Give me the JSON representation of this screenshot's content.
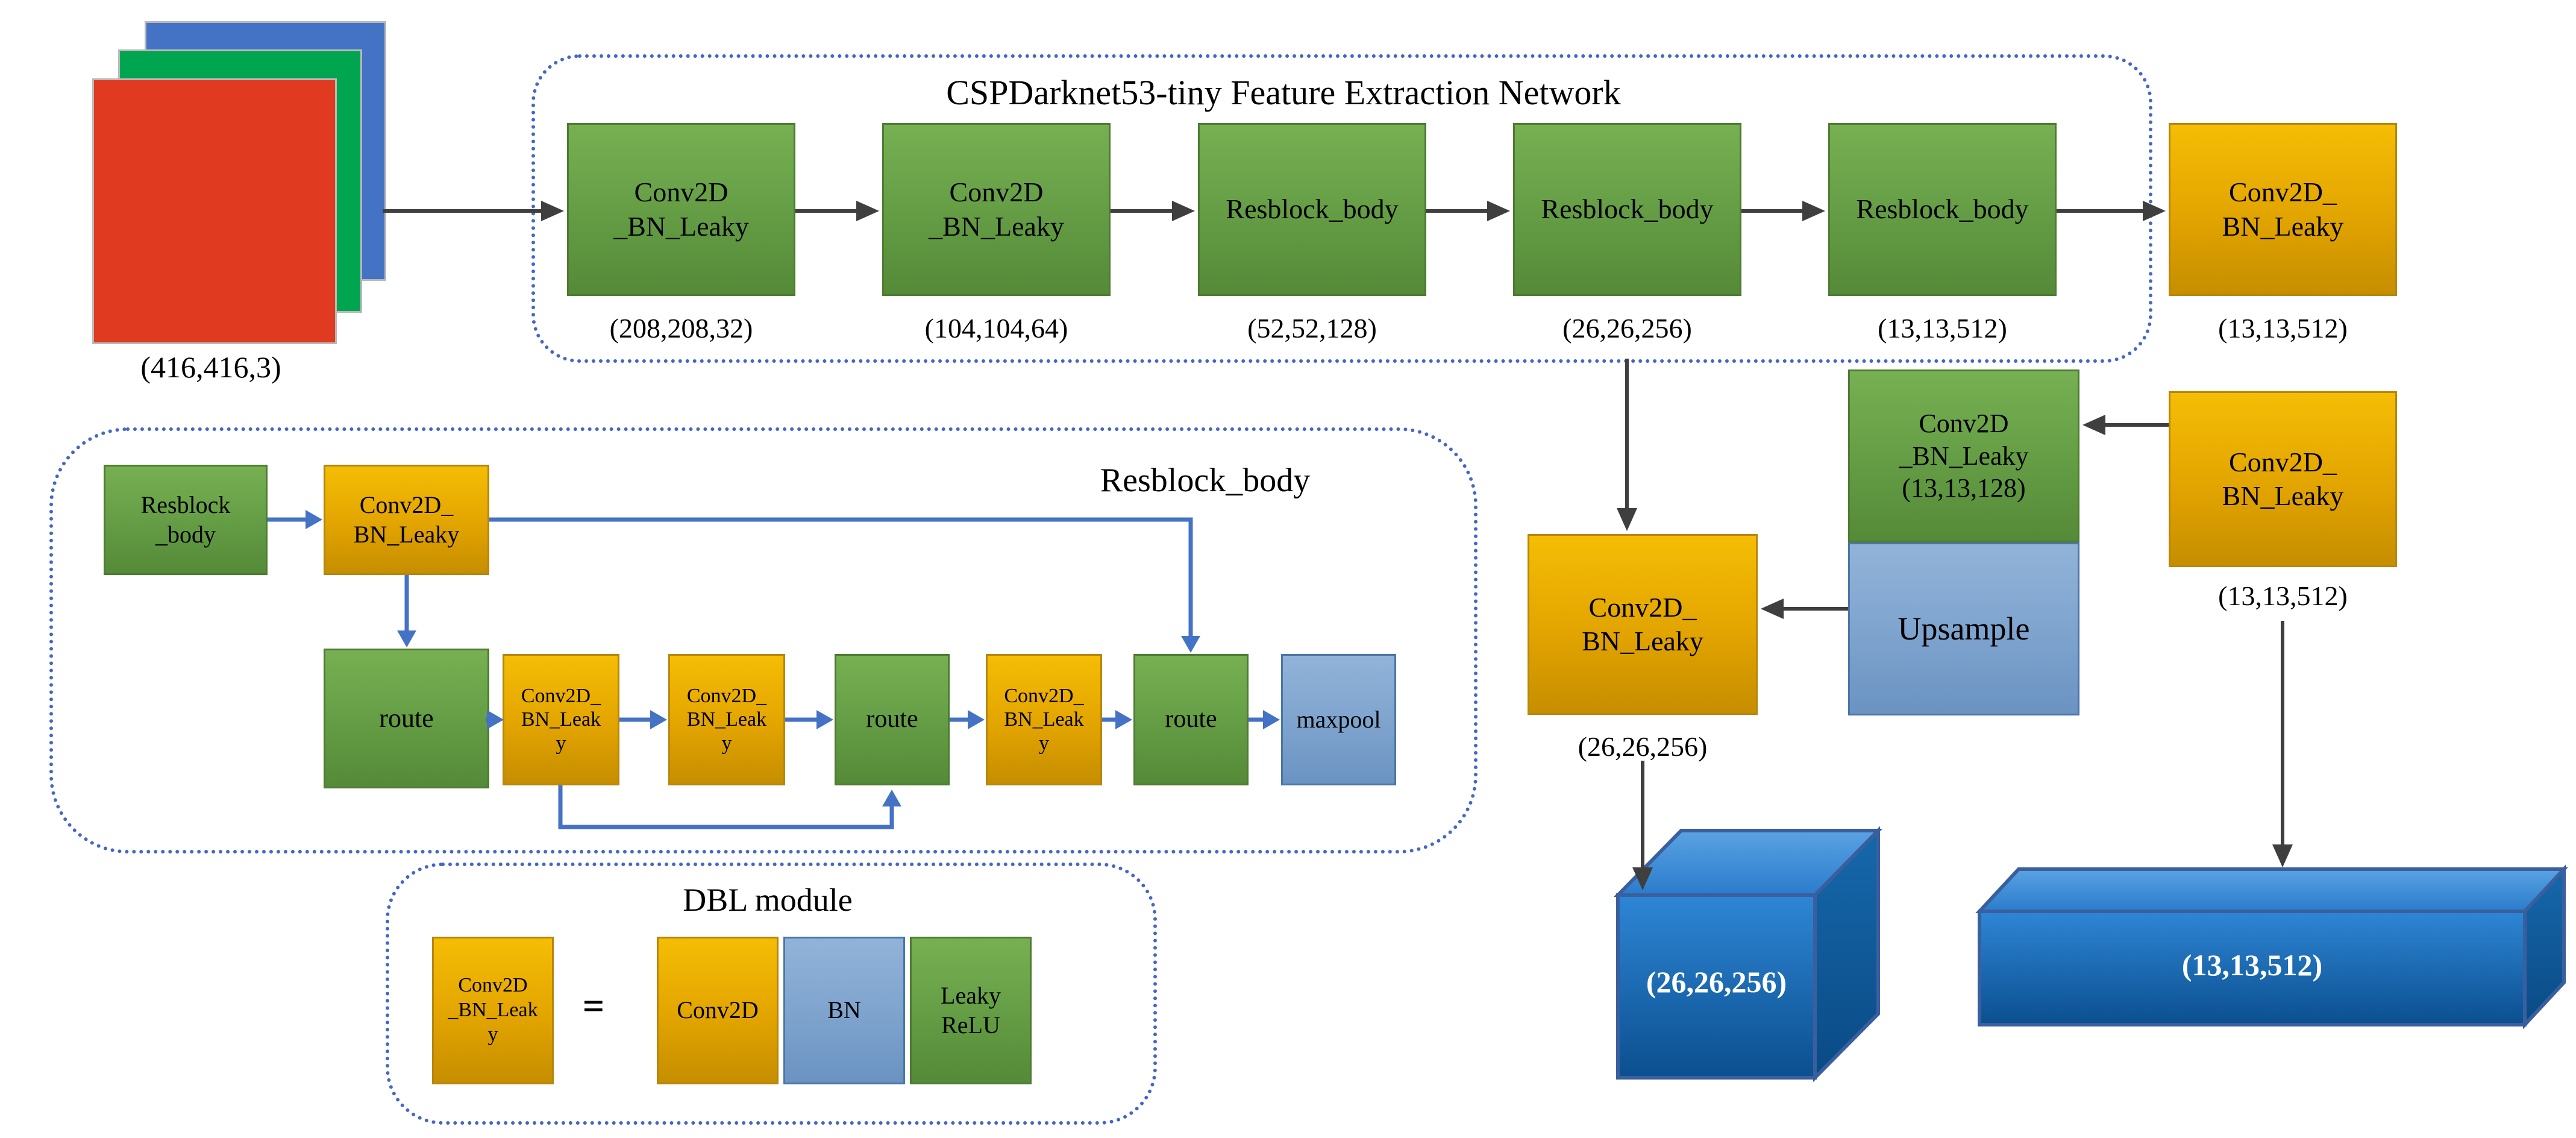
{
  "palette": {
    "block_green": "#67a047",
    "block_yellow": "#e2a400",
    "block_blue": "#7da3cd",
    "input_red": "#e03a21",
    "input_green": "#00a550",
    "input_blue": "#4472c4",
    "arrow_dark": "#3f3f3f",
    "arrow_blue": "#4472c4",
    "dotted_border_blue": "#4466c8",
    "output_box_blue": "#1170c0"
  },
  "input_image": {
    "dim_label": "(416,416,3)"
  },
  "feature_network": {
    "title": "CSPDarknet53-tiny Feature Extraction Network",
    "blocks": [
      {
        "lines": [
          "Conv2D",
          "_BN_Leaky"
        ],
        "dim": "(208,208,32)"
      },
      {
        "lines": [
          "Conv2D",
          "_BN_Leaky"
        ],
        "dim": "(104,104,64)"
      },
      {
        "lines": [
          "Resblock_body"
        ],
        "dim": "(52,52,128)"
      },
      {
        "lines": [
          "Resblock_body"
        ],
        "dim": "(26,26,256)"
      },
      {
        "lines": [
          "Resblock_body"
        ],
        "dim": "(13,13,512)"
      }
    ]
  },
  "head": {
    "conv_top_right": {
      "lines": [
        "Conv2D_",
        "BN_Leaky"
      ],
      "dim": "(13,13,512)"
    },
    "conv_right": {
      "lines": [
        "Conv2D_",
        "BN_Leaky"
      ],
      "dim": "(13,13,512)"
    },
    "conv_green_128": {
      "lines": [
        "Conv2D",
        "_BN_Leaky",
        "(13,13,128)"
      ]
    },
    "upsample": {
      "label": "Upsample"
    },
    "conv_mid_26": {
      "lines": [
        "Conv2D_",
        "BN_Leaky"
      ],
      "dim": "(26,26,256)"
    }
  },
  "outputs": {
    "cube_label": "(26,26,256)",
    "slab_label": "(13,13,512)"
  },
  "resblock_detail": {
    "title": "Resblock_body",
    "input_block": {
      "lines": [
        "Resblock",
        "_body"
      ]
    },
    "conv_top": {
      "lines": [
        "Conv2D_",
        "BN_Leaky"
      ]
    },
    "route1": {
      "label": "route"
    },
    "conv1": {
      "lines": [
        "Conv2D_",
        "BN_Leak",
        "y"
      ]
    },
    "conv2": {
      "lines": [
        "Conv2D_",
        "BN_Leak",
        "y"
      ]
    },
    "route2": {
      "label": "route"
    },
    "conv3": {
      "lines": [
        "Conv2D_",
        "BN_Leak",
        "y"
      ]
    },
    "route3": {
      "label": "route"
    },
    "maxpool": {
      "label": "maxpool"
    }
  },
  "dbl_module": {
    "title": "DBL module",
    "left_block": {
      "lines": [
        "Conv2D",
        "_BN_Leak",
        "y"
      ]
    },
    "equals": "=",
    "conv2d": {
      "label": "Conv2D"
    },
    "bn": {
      "label": "BN"
    },
    "leaky": {
      "lines": [
        "Leaky",
        "ReLU"
      ]
    }
  }
}
